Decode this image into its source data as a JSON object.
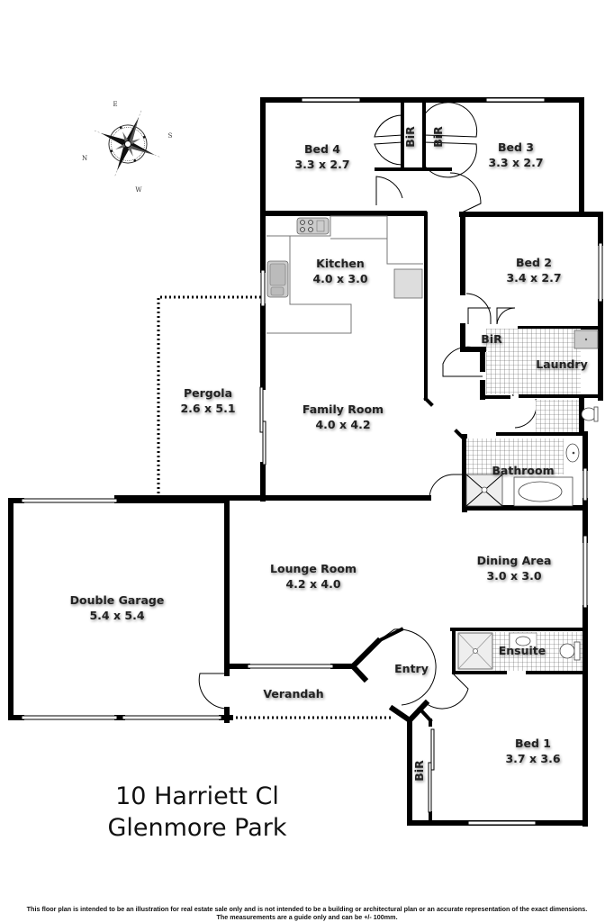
{
  "address": {
    "line1": "10 Harriett Cl",
    "line2": "Glenmore Park"
  },
  "compass": {
    "icon": "compass-rose-icon",
    "north": "N",
    "south": "S",
    "east": "E",
    "west": "W"
  },
  "rooms": {
    "bed4": {
      "name": "Bed 4",
      "size": "3.3 x 2.7"
    },
    "bed3": {
      "name": "Bed 3",
      "size": "3.3 x 2.7"
    },
    "bed2": {
      "name": "Bed 2",
      "size": "3.4 x 2.7"
    },
    "bed1": {
      "name": "Bed 1",
      "size": "3.7 x 3.6"
    },
    "kitchen": {
      "name": "Kitchen",
      "size": "4.0 x 3.0"
    },
    "family": {
      "name": "Family Room",
      "size": "4.0 x 4.2"
    },
    "pergola": {
      "name": "Pergola",
      "size": "2.6 x 5.1"
    },
    "garage": {
      "name": "Double Garage",
      "size": "5.4 x 5.4"
    },
    "lounge": {
      "name": "Lounge Room",
      "size": "4.2 x 4.0"
    },
    "dining": {
      "name": "Dining Area",
      "size": "3.0 x 3.0"
    },
    "laundry": {
      "name": "Laundry"
    },
    "bathroom": {
      "name": "Bathroom"
    },
    "ensuite": {
      "name": "Ensuite"
    },
    "entry": {
      "name": "Entry"
    },
    "verandah": {
      "name": "Verandah"
    }
  },
  "bir_label": "BiR",
  "disclaimer": {
    "line1": "This floor plan is intended to be an illustration for real estate sale only and is not intended to be a building or architectural plan or an accurate representation of the exact dimensions.",
    "line2": "The measurements are a guide only and can be +/- 100mm."
  }
}
